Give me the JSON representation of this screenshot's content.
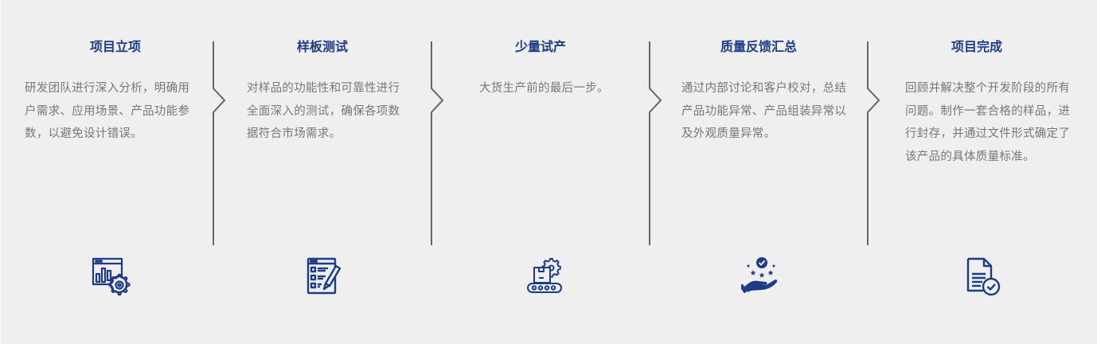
{
  "process": {
    "accent_color": "#1d3c87",
    "steps": [
      {
        "title": "项目立项",
        "description": "研发团队进行深入分析，明确用户需求、应用场景、产品功能参数，以避免设计错误。",
        "icon": "analytics-gear-icon"
      },
      {
        "title": "样板测试",
        "description": "对样品的功能性和可靠性进行全面深入的测试，确保各项数据符合市场需求。",
        "icon": "checklist-pencil-icon"
      },
      {
        "title": "少量试产",
        "description": "大货生产前的最后一步。",
        "icon": "conveyor-gear-icon"
      },
      {
        "title": "质量反馈汇总",
        "description": "通过内部讨论和客户校对，总结产品功能异常、产品组装异常以及外观质量异常。",
        "icon": "hand-stars-check-icon"
      },
      {
        "title": "项目完成",
        "description": "回顾并解决整个开发阶段的所有问题。制作一套合格的样品，进行封存，并通过文件形式确定了该产品的具体质量标准。",
        "icon": "document-check-icon"
      }
    ]
  }
}
